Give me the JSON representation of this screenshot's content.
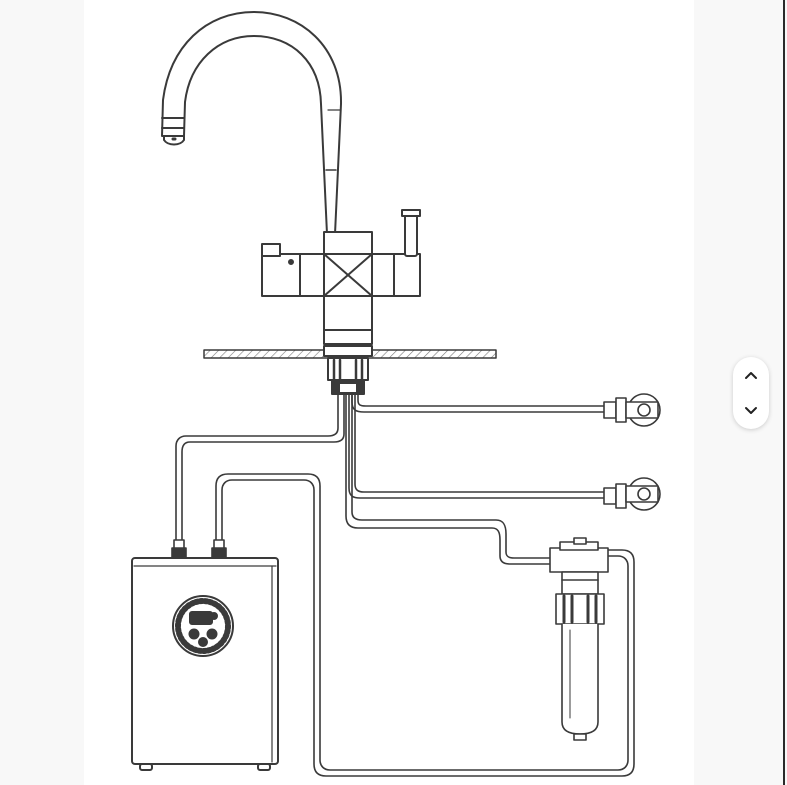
{
  "viewer": {
    "icons": {
      "previous": "chevron-up-icon",
      "next": "chevron-down-icon"
    },
    "colors": {
      "backdrop": "#f8f8f8",
      "line": "#3a3a3a",
      "counter_hatch": "#7a7a7a",
      "edge": "#2a2a2a"
    }
  },
  "diagram": {
    "components": [
      "swivel-spout",
      "tap-body",
      "hot-water-lever",
      "mixer-lever",
      "worktop",
      "mounting-nut",
      "hot-supply-valve",
      "cold-supply-valve",
      "water-filter",
      "boiler-tank",
      "boiler-display",
      "boiler-inlets"
    ]
  }
}
